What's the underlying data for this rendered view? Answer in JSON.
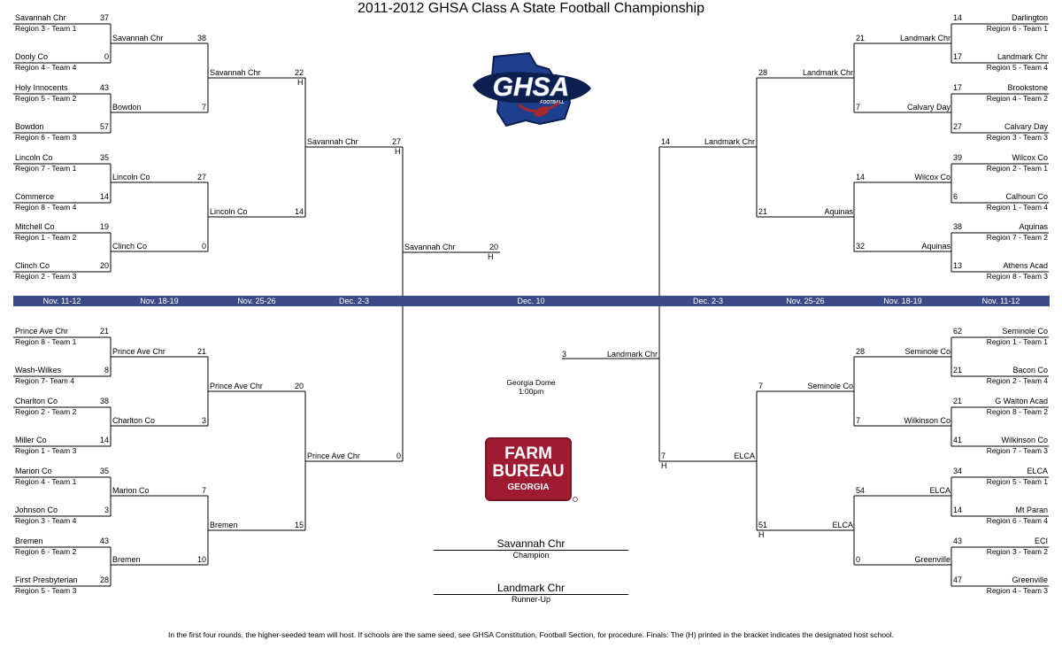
{
  "title": "2011-2012 GHSA Class A State Football Championship",
  "dates": [
    "Nov. 11-12",
    "Nov. 18-19",
    "Nov. 25-26",
    "Dec. 2-3",
    "Dec. 10",
    "Dec. 2-3",
    "Nov. 25-26",
    "Nov. 18-19",
    "Nov. 11-12"
  ],
  "logos": {
    "ghsa": "GHSA",
    "ghsa_sub": "FOOTBALL",
    "fb_line1": "FARM",
    "fb_line2": "BUREAU",
    "fb_line3": "GEORGIA"
  },
  "venue": "Georgia Dome",
  "time": "1:00pm",
  "champion": {
    "name": "Savannah Chr",
    "label": "Champion"
  },
  "runner_up": {
    "name": "Landmark Chr",
    "label": "Runner-Up"
  },
  "footnote": "In the first four rounds, the higher-seeded team will host.  If schools are the same seed, see GHSA Constitution, Football Section, for procedure.  Finals: The (H) printed in the bracket indicates the designated host school.",
  "host_marker": "H",
  "left_r1": [
    {
      "name": "Savannah Chr",
      "score": "37",
      "seed": "Region 3 - Team 1"
    },
    {
      "name": "Dooly Co",
      "score": "0",
      "seed": "Region 4 - Team 4"
    },
    {
      "name": "Holy Innocents",
      "score": "43",
      "seed": "Region 5 - Team 2"
    },
    {
      "name": "Bowdon",
      "score": "57",
      "seed": "Region 6 - Team 3"
    },
    {
      "name": "Lincoln Co",
      "score": "35",
      "seed": "Region 7 - Team 1"
    },
    {
      "name": "Commerce",
      "score": "14",
      "seed": "Region 8 - Team 4"
    },
    {
      "name": "Mitchell Co",
      "score": "19",
      "seed": "Region 1 - Team 2"
    },
    {
      "name": "Clinch Co",
      "score": "20",
      "seed": "Region 2 - Team 3"
    },
    {
      "name": "Prince Ave Chr",
      "score": "21",
      "seed": "Region 8 - Team 1"
    },
    {
      "name": "Wash-Wilkes",
      "score": "8",
      "seed": "Region 7- Team 4"
    },
    {
      "name": "Charlton Co",
      "score": "38",
      "seed": "Region 2 - Team 2"
    },
    {
      "name": "Miller Co",
      "score": "14",
      "seed": "Region 1 - Team 3"
    },
    {
      "name": "Marion Co",
      "score": "35",
      "seed": "Region 4 - Team 1"
    },
    {
      "name": "Johnson Co",
      "score": "3",
      "seed": "Region 3 - Team 4"
    },
    {
      "name": "Bremen",
      "score": "43",
      "seed": "Region 6 - Team 2"
    },
    {
      "name": "First Presbyterian",
      "score": "28",
      "seed": "Region 5 - Team 3"
    }
  ],
  "left_r2": [
    {
      "name": "Savannah Chr",
      "score": "38"
    },
    {
      "name": "Bowdon",
      "score": "7"
    },
    {
      "name": "Lincoln Co",
      "score": "27"
    },
    {
      "name": "Clinch Co",
      "score": "0"
    },
    {
      "name": "Prince Ave Chr",
      "score": "21"
    },
    {
      "name": "Charlton Co",
      "score": "3"
    },
    {
      "name": "Marion Co",
      "score": "7"
    },
    {
      "name": "Bremen",
      "score": "10"
    }
  ],
  "left_r3": [
    {
      "name": "Savannah Chr",
      "score": "22",
      "host": true
    },
    {
      "name": "Lincoln Co",
      "score": "14"
    },
    {
      "name": "Prince Ave Chr",
      "score": "20"
    },
    {
      "name": "Bremen",
      "score": "15"
    }
  ],
  "left_r4": [
    {
      "name": "Savannah Chr",
      "score": "27",
      "host": true
    },
    {
      "name": "Prince Ave Chr",
      "score": "0"
    }
  ],
  "final_left": {
    "name": "Savannah Chr",
    "score": "20",
    "host": true
  },
  "final_right": {
    "name": "Landmark Chr",
    "score": "3"
  },
  "right_r4": [
    {
      "name": "Landmark Chr",
      "score": "14"
    },
    {
      "name": "ELCA",
      "score": "7",
      "host": true
    }
  ],
  "right_r3": [
    {
      "name": "Landmark Chr",
      "score": "28"
    },
    {
      "name": "Aquinas",
      "score": "21"
    },
    {
      "name": "Seminole Co",
      "score": "7"
    },
    {
      "name": "ELCA",
      "score": "51",
      "host": true
    }
  ],
  "right_r2": [
    {
      "name": "Landmark Chr",
      "score": "21"
    },
    {
      "name": "Calvary Day",
      "score": "7"
    },
    {
      "name": "Wilcox Co",
      "score": "14"
    },
    {
      "name": "Aquinas",
      "score": "32"
    },
    {
      "name": "Seminole Co",
      "score": "28"
    },
    {
      "name": "Wilkinson Co",
      "score": "7"
    },
    {
      "name": "ELCA",
      "score": "54"
    },
    {
      "name": "Greenville",
      "score": "0"
    }
  ],
  "right_r1": [
    {
      "name": "Darlington",
      "score": "14",
      "seed": "Region 6 - Team 1"
    },
    {
      "name": "Landmark Chr",
      "score": "17",
      "seed": "Region 5 - Team 4"
    },
    {
      "name": "Brookstone",
      "score": "17",
      "seed": "Region 4 - Team 2"
    },
    {
      "name": "Calvary Day",
      "score": "27",
      "seed": "Region 3 - Team 3"
    },
    {
      "name": "Wilcox Co",
      "score": "39",
      "seed": "Region 2 - Team 1"
    },
    {
      "name": "Calhoun Co",
      "score": "6",
      "seed": "Region 1 - Team 4"
    },
    {
      "name": "Aquinas",
      "score": "38",
      "seed": "Region 7 - Team 2"
    },
    {
      "name": "Athens Acad",
      "score": "13",
      "seed": "Region 8 - Team 3"
    },
    {
      "name": "Seminole Co",
      "score": "62",
      "seed": "Region 1 - Team 1"
    },
    {
      "name": "Bacon Co",
      "score": "21",
      "seed": "Region 2 - Team 4"
    },
    {
      "name": "G Walton Acad",
      "score": "21",
      "seed": "Region 8 - Team 2"
    },
    {
      "name": "Wilkinson Co",
      "score": "41",
      "seed": "Region 7 - Team 3"
    },
    {
      "name": "ELCA",
      "score": "34",
      "seed": "Region 5 - Team 1"
    },
    {
      "name": "Mt Paran",
      "score": "14",
      "seed": "Region 6 - Team 4"
    },
    {
      "name": "ECI",
      "score": "43",
      "seed": "Region 3 - Team 2"
    },
    {
      "name": "Greenville",
      "score": "47",
      "seed": "Region 4 - Team 3"
    }
  ]
}
